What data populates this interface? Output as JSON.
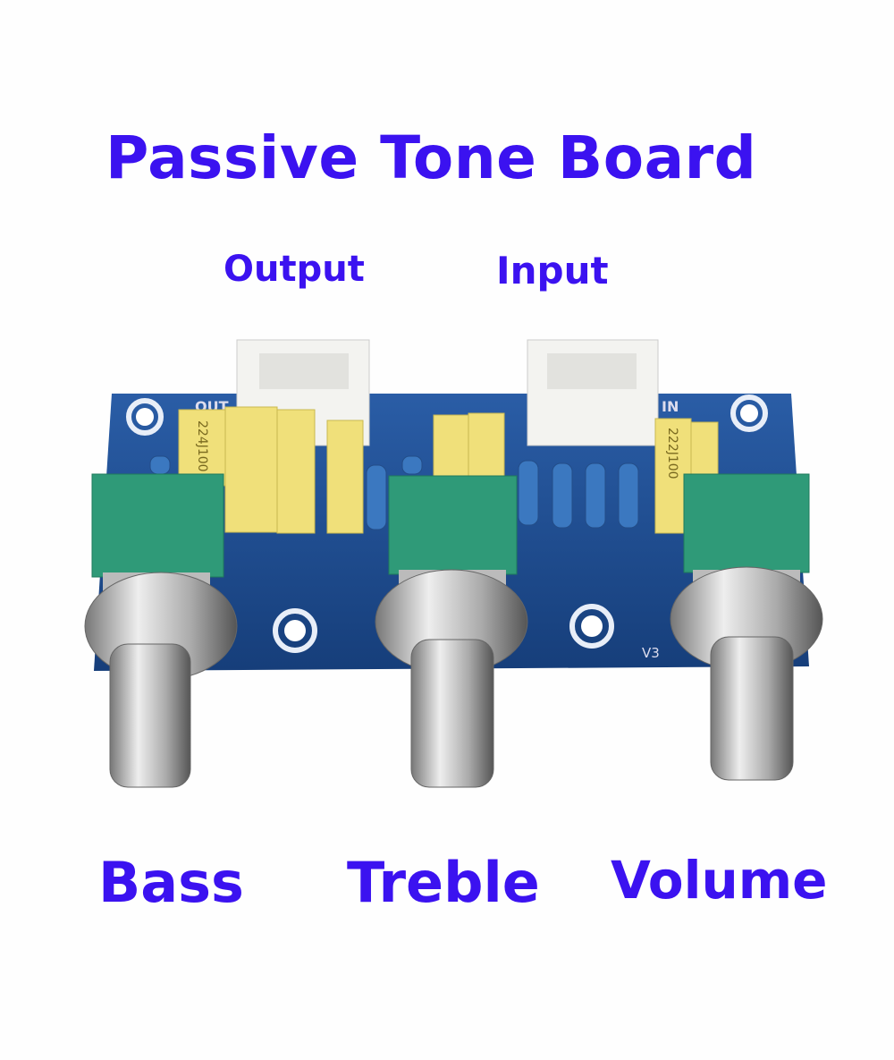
{
  "title": "Passive Tone Board",
  "connectors": {
    "output": "Output",
    "input": "Input"
  },
  "knobs": {
    "bass": "Bass",
    "treble": "Treble",
    "volume": "Volume"
  },
  "silkscreen": {
    "out": "OUT",
    "in": "IN",
    "version": "V3"
  },
  "capacitor_markings": [
    "224J100",
    "222J100"
  ],
  "colors": {
    "label": "#3b12f0",
    "pcb": "#1d4a8c",
    "capacitor": "#f0e07a",
    "potentiometer": "#2f9a78"
  }
}
